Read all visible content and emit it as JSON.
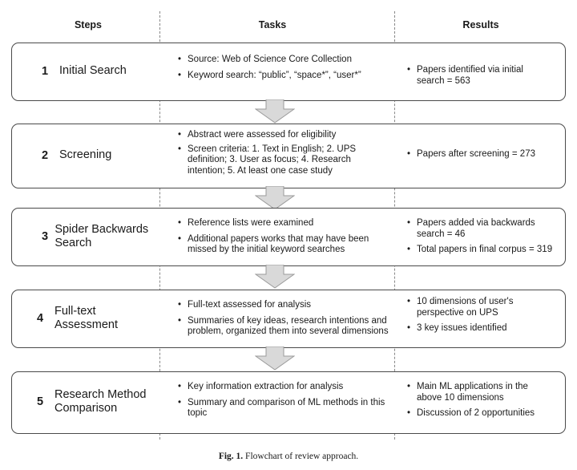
{
  "headers": {
    "steps": "Steps",
    "tasks": "Tasks",
    "results": "Results"
  },
  "rows": [
    {
      "num": "1",
      "name": "Initial Search",
      "tasks": [
        "Source: Web of Science Core Collection",
        "Keyword search: “public”, “space*”, “user*”"
      ],
      "results": [
        "Papers identified via initial search = 563"
      ]
    },
    {
      "num": "2",
      "name": "Screening",
      "tasks": [
        "Abstract were assessed for eligibility",
        "Screen criteria: 1. Text in English; 2. UPS definition;  3. User as focus; 4. Research intention; 5. At least one case study"
      ],
      "results": [
        "Papers after screening = 273"
      ]
    },
    {
      "num": "3",
      "name": "Spider Backwards Search",
      "tasks": [
        "Reference lists were examined",
        "Additional papers works that may have been missed by the initial keyword searches"
      ],
      "results": [
        "Papers added via backwards search = 46",
        "Total papers in final corpus = 319"
      ]
    },
    {
      "num": "4",
      "name": "Full-text Assessment",
      "tasks": [
        "Full-text assessed for analysis",
        "Summaries of key ideas, research intentions and problem, organized them into several dimensions"
      ],
      "results": [
        "10 dimensions of user's perspective on UPS",
        "3 key issues identified"
      ]
    },
    {
      "num": "5",
      "name": "Research Method Comparison",
      "tasks": [
        "Key information extraction for analysis",
        "Summary and comparison of ML methods in this topic"
      ],
      "results": [
        "Main ML applications in the above 10 dimensions",
        "Discussion of 2 opportunities"
      ]
    }
  ],
  "caption": {
    "label": "Fig. 1.",
    "text": "Flowchart of review approach."
  }
}
